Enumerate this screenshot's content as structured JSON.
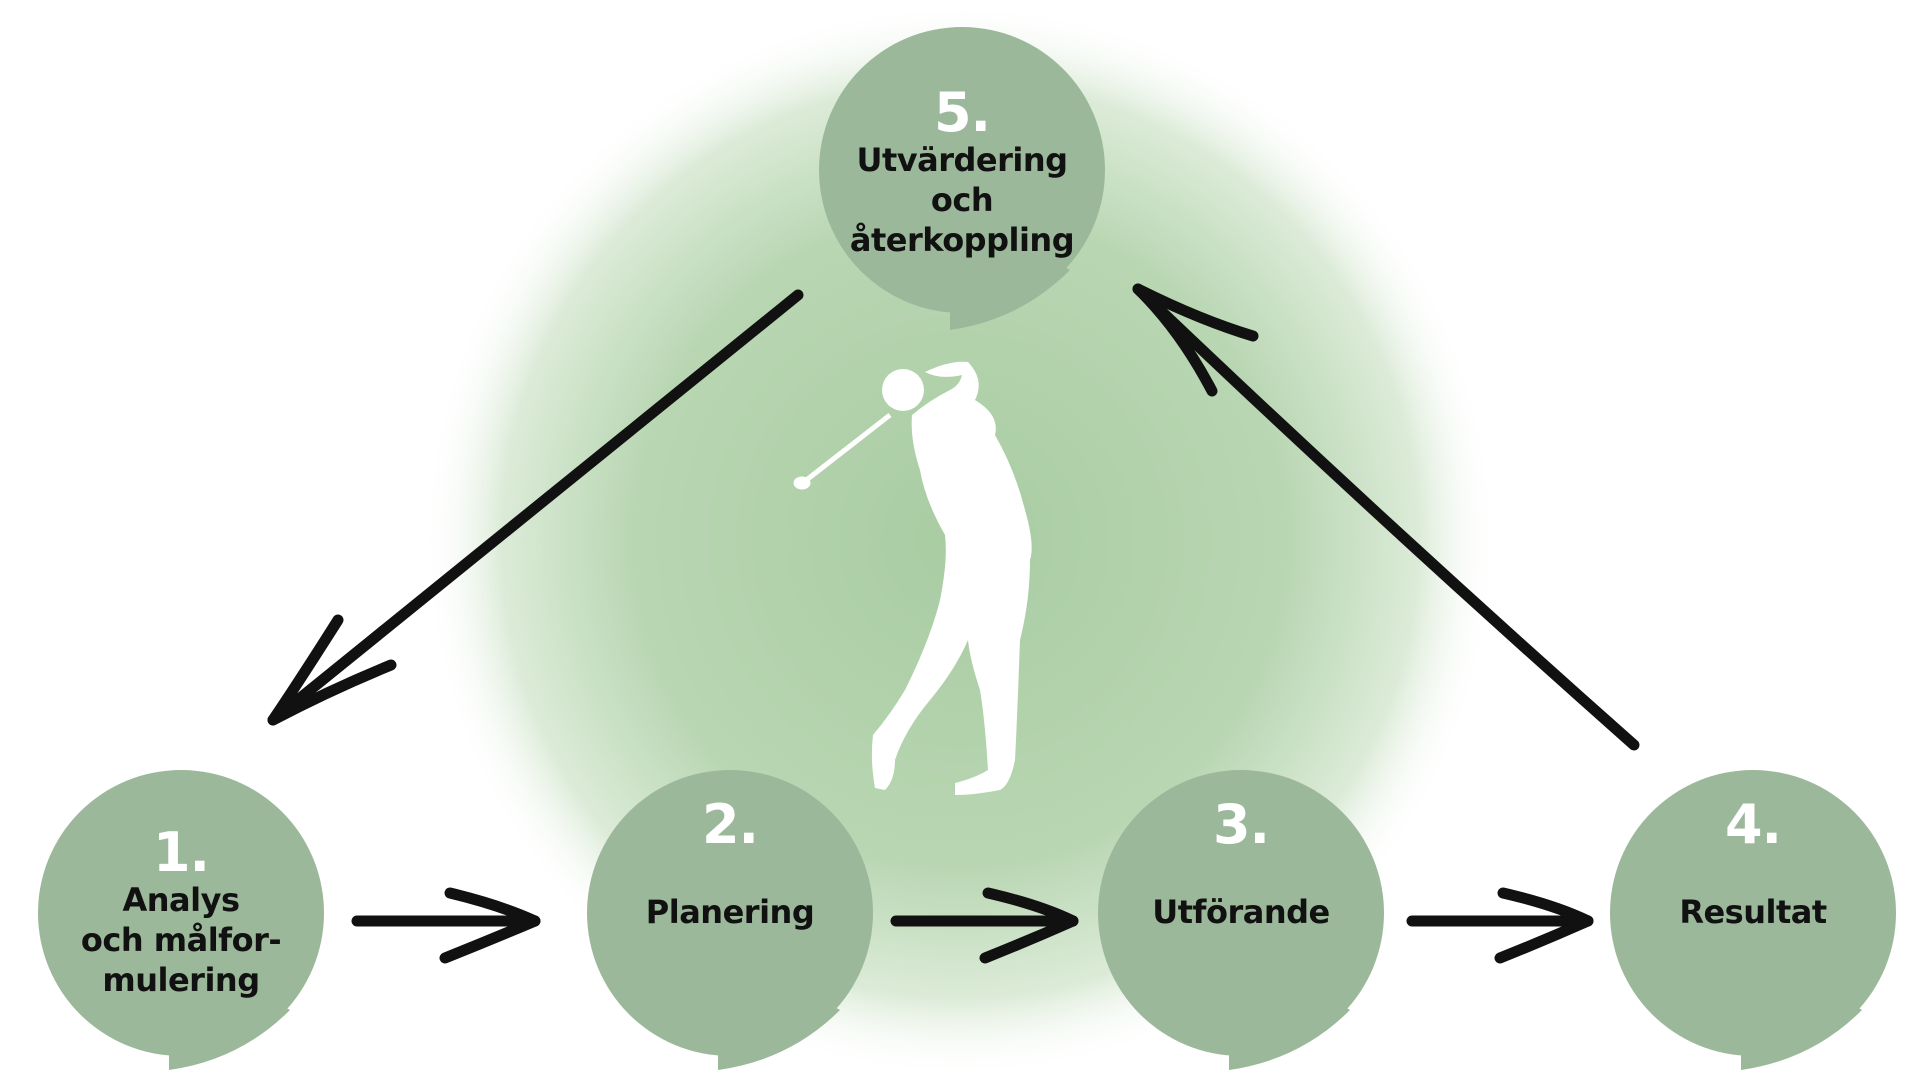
{
  "colors": {
    "circle": "#9cb89a",
    "glow": "#b3d2ad",
    "arrow": "#111111",
    "number": "#ffffff"
  },
  "steps": [
    {
      "number": "1.",
      "label": "Analys och målfor-mulering",
      "lines": [
        "Analys",
        "och målfor-",
        "mulering"
      ]
    },
    {
      "number": "2.",
      "label": "Planering",
      "lines": [
        "Planering"
      ]
    },
    {
      "number": "3.",
      "label": "Utförande",
      "lines": [
        "Utförande"
      ]
    },
    {
      "number": "4.",
      "label": "Resultat",
      "lines": [
        "Resultat"
      ]
    },
    {
      "number": "5.",
      "label": "Utvärdering och återkoppling",
      "lines": [
        "Utvärdering",
        "och",
        "återkoppling"
      ]
    }
  ],
  "center_icon": "golfer-silhouette-icon"
}
